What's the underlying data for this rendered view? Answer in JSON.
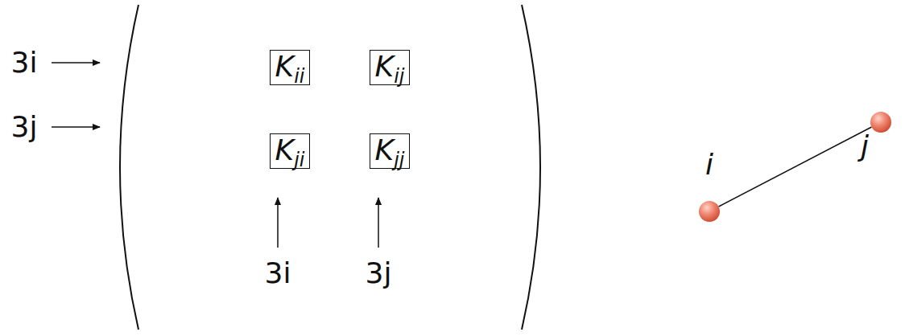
{
  "diagram": {
    "nodes": [
      {
        "text": [
          "K",
          "ii"
        ]
      },
      {
        "text": [
          "K",
          "ij"
        ]
      },
      {
        "text": [
          "K",
          "ji"
        ]
      },
      {
        "text": [
          "K",
          "jj"
        ]
      },
      {
        "text": [
          "i"
        ]
      },
      {
        "text": [
          "j"
        ]
      }
    ],
    "edges": [
      {
        "from": 4,
        "to": 5,
        "arrow": "none"
      }
    ],
    "labels": [
      "3i",
      "3j",
      "3i",
      "3j"
    ]
  }
}
